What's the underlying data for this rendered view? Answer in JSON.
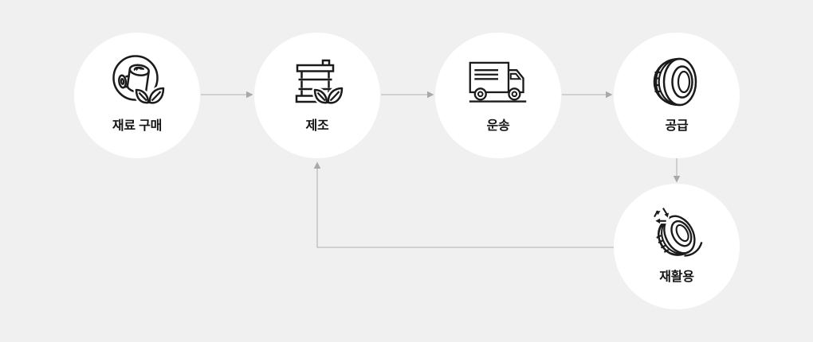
{
  "colors": {
    "background": "#f0f0f0",
    "node_fill": "#ffffff",
    "icon_stroke": "#1b1b1b",
    "label_text": "#141414",
    "arrow_line": "#bcbcbc",
    "arrow_head": "#a9a9a9"
  },
  "diagram": {
    "type": "process-flow",
    "nodes": [
      {
        "id": "material-purchase",
        "label": "재료 구매",
        "icon": "material-rolls-leaf-icon"
      },
      {
        "id": "manufacturing",
        "label": "제조",
        "icon": "oil-drum-leaf-icon"
      },
      {
        "id": "transport",
        "label": "운송",
        "icon": "delivery-truck-icon"
      },
      {
        "id": "supply",
        "label": "공급",
        "icon": "tire-icon"
      },
      {
        "id": "recycling",
        "label": "재활용",
        "icon": "tire-recycle-icon"
      }
    ],
    "edges": [
      {
        "from": "material-purchase",
        "to": "manufacturing",
        "direction": "right"
      },
      {
        "from": "manufacturing",
        "to": "transport",
        "direction": "right"
      },
      {
        "from": "transport",
        "to": "supply",
        "direction": "right"
      },
      {
        "from": "supply",
        "to": "recycling",
        "direction": "down"
      },
      {
        "from": "recycling",
        "to": "manufacturing",
        "direction": "left-then-up"
      }
    ]
  }
}
